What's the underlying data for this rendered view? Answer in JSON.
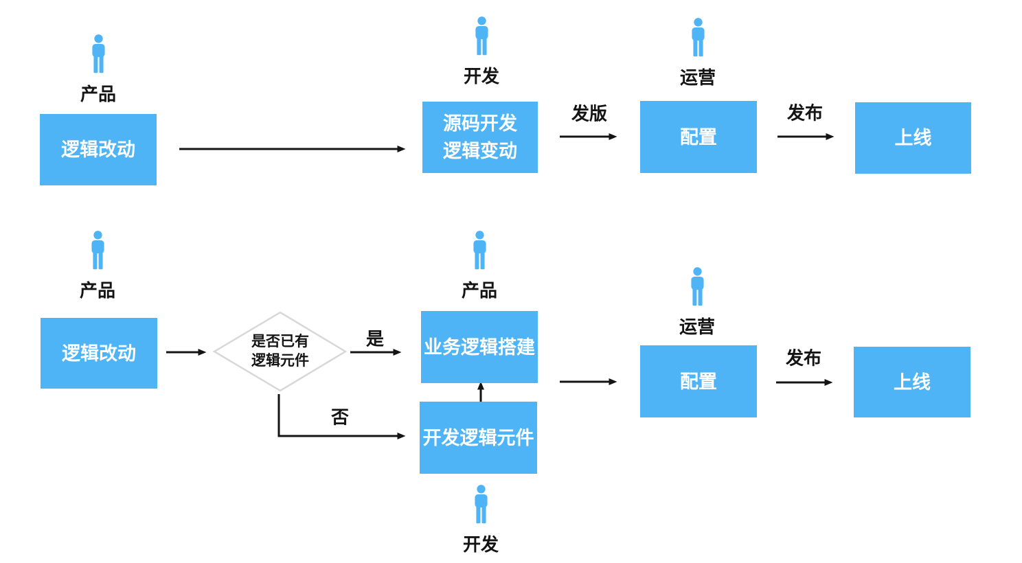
{
  "colors": {
    "node_fill": "#4fb4f6",
    "node_text": "#ffffff",
    "actor_icon": "#4fb4f6",
    "label_text": "#141414",
    "arrow": "#141414",
    "diamond_border": "#d8d8d8",
    "diamond_fill": "#ffffff"
  },
  "flow_top": {
    "actor_product": "产品",
    "actor_dev": "开发",
    "actor_ops": "运营",
    "box_logic_change": "逻辑改动",
    "box_source_dev": {
      "line1": "源码开发",
      "line2": "逻辑变动"
    },
    "label_release": "发版",
    "box_config": "配置",
    "label_publish": "发布",
    "box_online": "上线"
  },
  "flow_bottom": {
    "actor_product_left": "产品",
    "actor_product_mid": "产品",
    "actor_ops": "运营",
    "actor_dev": "开发",
    "box_logic_change": "逻辑改动",
    "decision": {
      "line1": "是否已有",
      "line2": "逻辑元件"
    },
    "label_yes": "是",
    "label_no": "否",
    "box_build": "业务逻辑搭建",
    "box_dev_component": "开发逻辑元件",
    "box_config": "配置",
    "label_publish": "发布",
    "box_online": "上线"
  }
}
